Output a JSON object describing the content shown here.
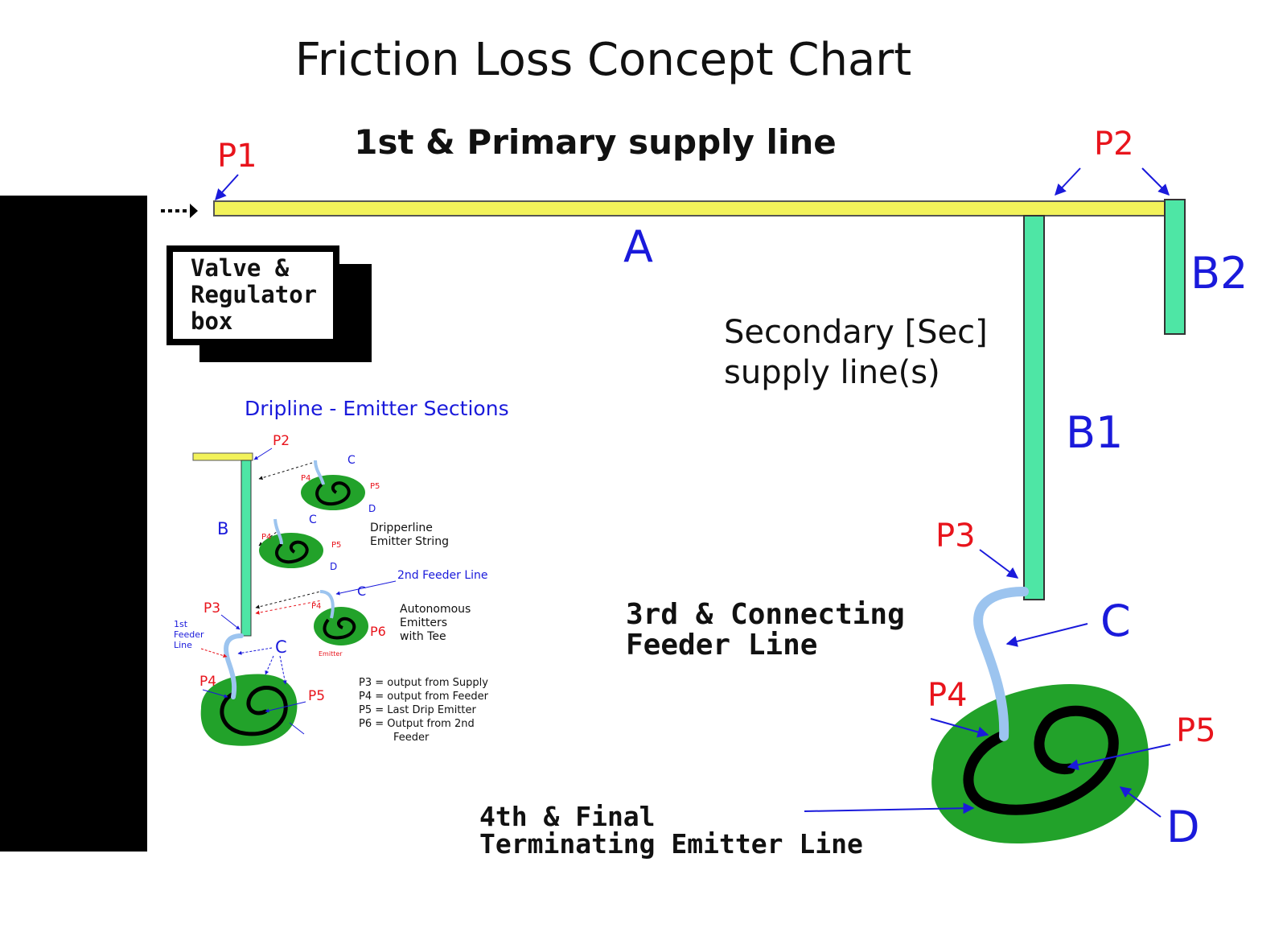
{
  "title": "Friction Loss Concept Chart",
  "colors": {
    "primary_line": "#f2f25a",
    "secondary_line": "#4ee6a5",
    "feeder_line": "#9cc4ef",
    "emitter_patch": "#22a22a",
    "label_blue": "#1a1adb",
    "label_red": "#e8141c"
  },
  "main": {
    "primary_label": "1st & Primary supply line",
    "p1": "P1",
    "p2": "P2",
    "a": "A",
    "b1": "B1",
    "b2": "B2",
    "secondary_label": [
      "Secondary [Sec]",
      "supply line(s)"
    ],
    "p3": "P3",
    "c": "C",
    "feeder_label": [
      "3rd & Connecting",
      "Feeder Line"
    ],
    "p4": "P4",
    "p5": "P5",
    "d": "D",
    "emitter_label": [
      "4th & Final",
      "Terminating Emitter Line"
    ]
  },
  "valve_box": {
    "lines": [
      "Valve &",
      "Regulator",
      "box"
    ]
  },
  "inset": {
    "title": "Dripline - Emitter Sections",
    "p2": "P2",
    "b": "B",
    "c": "C",
    "p3": "P3",
    "p4": "P4",
    "p5": "P5",
    "p6": "P6",
    "d": "D",
    "first_feeder": [
      "1st",
      "Feeder",
      "Line"
    ],
    "second_feeder": "2nd Feeder Line",
    "dripperline": [
      "Dripperline",
      "Emitter String"
    ],
    "autonomous": [
      "Autonomous",
      "Emitters",
      "with Tee"
    ],
    "emitter_tag": "Emitter",
    "legend": [
      "P3 = output from Supply",
      "P4 = output from Feeder",
      "P5 = Last Drip Emitter",
      "P6 = Output from 2nd",
      "Feeder"
    ]
  }
}
